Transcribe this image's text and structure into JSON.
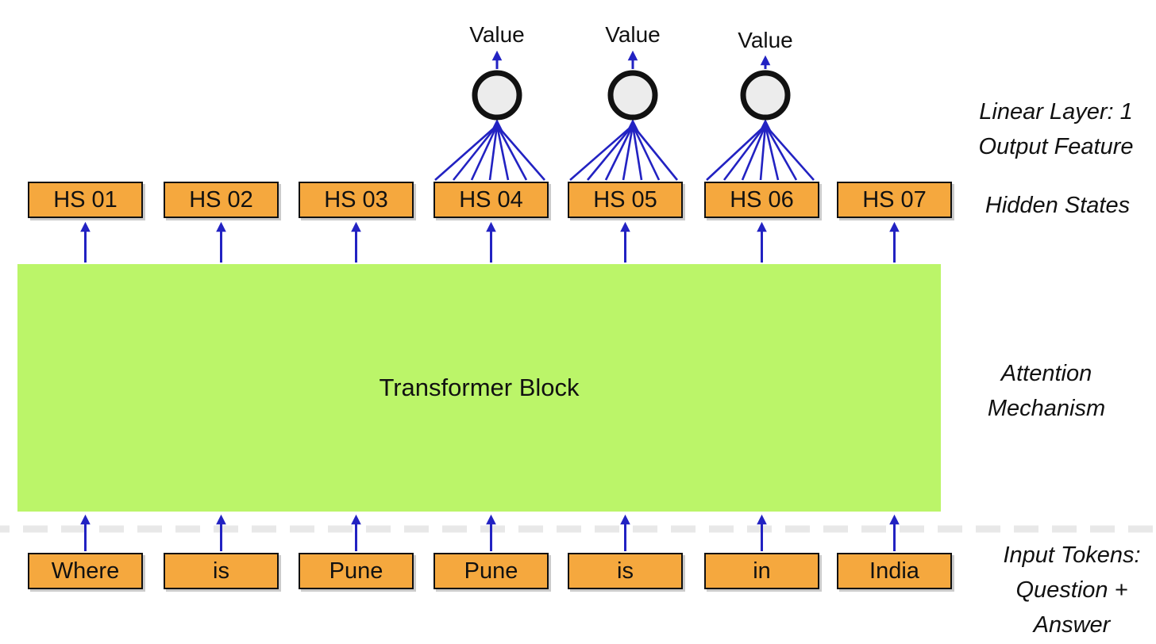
{
  "colors": {
    "box_orange": "#F5A83E",
    "box_border": "#111111",
    "block_green": "#BBF569",
    "arrow_blue": "#2222C2",
    "circle_fill": "#ECECEC",
    "circle_border": "#111111",
    "dash_gray": "#E8E8E8",
    "text_black": "#111111"
  },
  "transformer_block": {
    "label": "Transformer Block"
  },
  "hidden_states": {
    "items": [
      {
        "label": "HS 01"
      },
      {
        "label": "HS 02"
      },
      {
        "label": "HS 03"
      },
      {
        "label": "HS 04"
      },
      {
        "label": "HS 05"
      },
      {
        "label": "HS 06"
      },
      {
        "label": "HS 07"
      }
    ]
  },
  "input_tokens": {
    "items": [
      {
        "label": "Where"
      },
      {
        "label": "is"
      },
      {
        "label": "Pune"
      },
      {
        "label": "Pune"
      },
      {
        "label": "is"
      },
      {
        "label": "in"
      },
      {
        "label": "India"
      }
    ]
  },
  "value_outputs": {
    "items": [
      {
        "label": "Value"
      },
      {
        "label": "Value"
      },
      {
        "label": "Value"
      }
    ]
  },
  "side_labels": {
    "linear_layer": {
      "lines": [
        "Linear Layer: 1",
        "Output Feature"
      ]
    },
    "hidden_states": {
      "lines": [
        "Hidden States"
      ]
    },
    "attention": {
      "lines": [
        "Attention",
        "Mechanism"
      ]
    },
    "input_tokens": {
      "lines": [
        "Input Tokens:",
        "Question +",
        "Answer"
      ]
    }
  }
}
